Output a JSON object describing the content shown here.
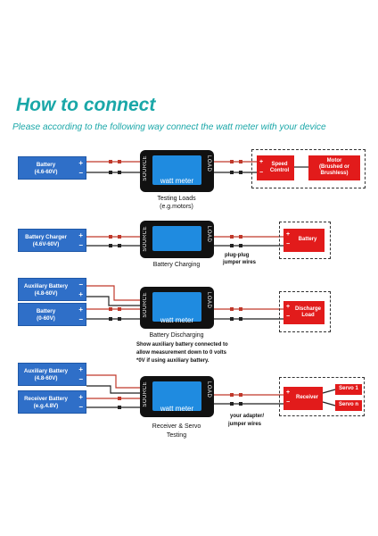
{
  "title": "How to connect",
  "subtitle": "Please according to the following way connect the watt meter with your device",
  "meter": {
    "label": "watt meter",
    "source": "SOURCE",
    "load": "LOAD"
  },
  "symbols": {
    "plus": "+",
    "minus": "−"
  },
  "sections": {
    "testing_loads": {
      "battery": [
        "Battery",
        "(4.6-60V)"
      ],
      "caption": [
        "Testing Loads",
        "(e.g.motors)"
      ],
      "speed_control": [
        "Speed",
        "Control"
      ],
      "motor": [
        "Motor",
        "(Brushed or",
        "Brushless)"
      ]
    },
    "battery_charging": {
      "charger": [
        "Battery Charger",
        "(4.6V-60V)"
      ],
      "caption": "Battery Charging",
      "wire_note": [
        "plug-plug",
        "jumper wires"
      ],
      "battery": "Battery"
    },
    "battery_discharging": {
      "aux_battery": [
        "Auxiliary Battery",
        "(4.8-60V)"
      ],
      "battery": [
        "Battery",
        "(0-60V)"
      ],
      "caption": "Battery Discharging",
      "note": [
        "Show auxiliary battery connected to",
        "allow measurement down to 0 volts",
        "*0V if using auxiliary battery."
      ],
      "load": [
        "Discharge",
        "Load"
      ]
    },
    "receiver_servo": {
      "aux_battery": [
        "Auxiliary Battery",
        "(4.8-60V)"
      ],
      "receiver_battery": [
        "Receiver Battery",
        "(e.g.4.8V)"
      ],
      "caption": [
        "Receiver & Servo",
        "Testing"
      ],
      "wire_note": [
        "your adapter/",
        "jumper wires"
      ],
      "receiver": "Receiver",
      "servo1": "Servo 1",
      "servon": "Servo n"
    }
  }
}
